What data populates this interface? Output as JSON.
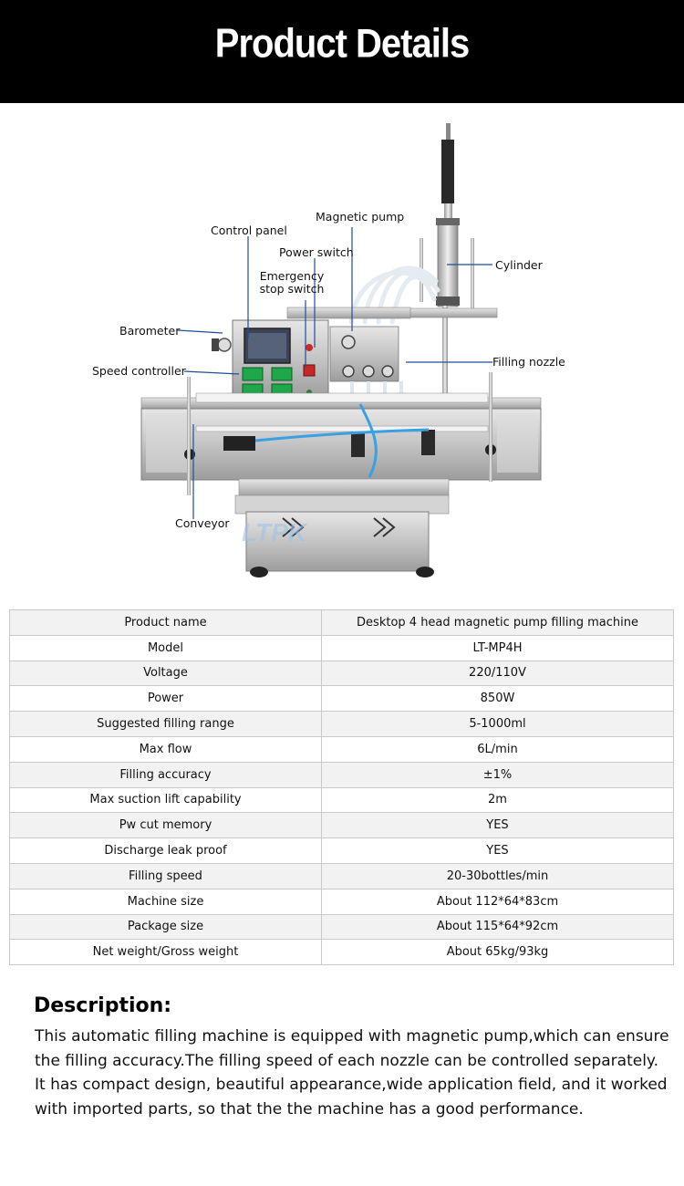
{
  "header": {
    "title": "Product Details"
  },
  "diagram": {
    "watermark": "LTPK",
    "labels": {
      "control_panel": "Control panel",
      "magnetic_pump": "Magnetic pump",
      "power_switch": "Power switch",
      "emergency_stop": "Emergency stop switch",
      "cylinder": "Cylinder",
      "barometer": "Barometer",
      "speed_controller": "Speed controller",
      "filling_nozzle": "Filling nozzle",
      "conveyor": "Conveyor"
    },
    "colors": {
      "callout_line": "#1f4e9a",
      "machine_steel": "#c9c9c9",
      "screen": "#3a4456",
      "panel_green": "#1fa84a"
    }
  },
  "specs": {
    "rows": [
      {
        "label": "Product name",
        "value": "Desktop 4 head magnetic pump filling machine"
      },
      {
        "label": "Model",
        "value": "LT-MP4H"
      },
      {
        "label": "Voltage",
        "value": "220/110V"
      },
      {
        "label": "Power",
        "value": "850W"
      },
      {
        "label": "Suggested filling range",
        "value": "5-1000ml"
      },
      {
        "label": "Max flow",
        "value": "6L/min"
      },
      {
        "label": "Filling accuracy",
        "value": "±1%"
      },
      {
        "label": "Max suction lift capability",
        "value": "2m"
      },
      {
        "label": "Pw cut memory",
        "value": "YES"
      },
      {
        "label": "Discharge leak proof",
        "value": "YES"
      },
      {
        "label": "Filling speed",
        "value": "20-30bottles/min"
      },
      {
        "label": "Machine size",
        "value": "About 112*64*83cm"
      },
      {
        "label": "Package size",
        "value": "About 115*64*92cm"
      },
      {
        "label": "Net weight/Gross weight",
        "value": "About 65kg/93kg"
      }
    ]
  },
  "description": {
    "title": "Description:",
    "text": "This automatic filling machine is equipped with magnetic pump,which can ensure the filling accuracy.The filling speed of each nozzle can be controlled separately. It has compact design, beautiful appearance,wide application field, and it worked with imported parts, so that the the machine has a good performance."
  }
}
